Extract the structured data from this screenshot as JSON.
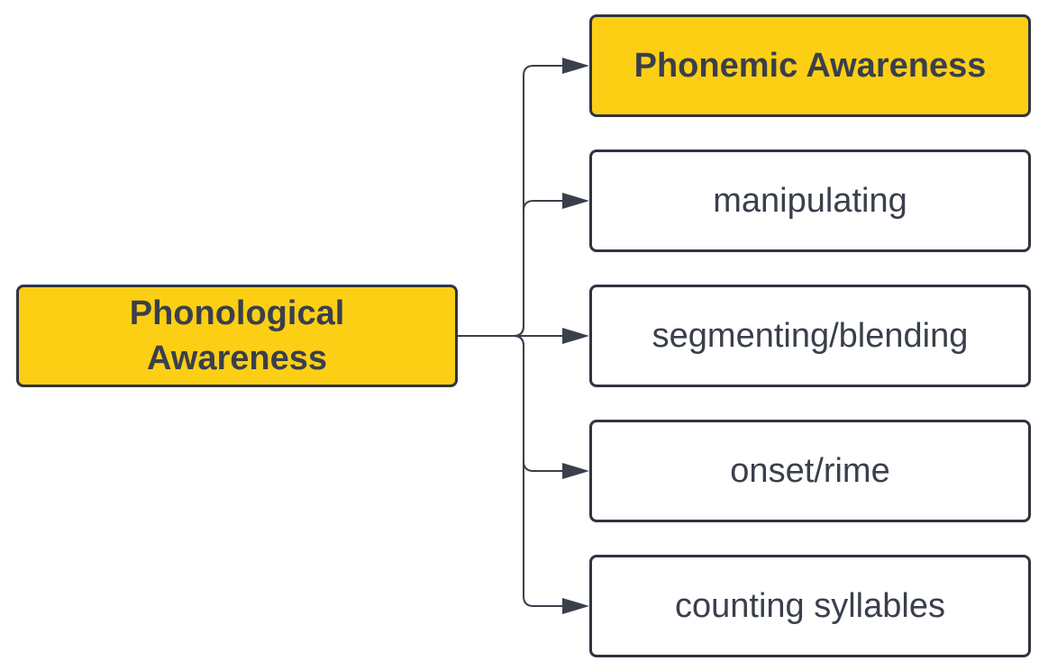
{
  "diagram": {
    "root": {
      "label": "Phonological Awareness"
    },
    "children": [
      {
        "label": "Phonemic Awareness"
      },
      {
        "label": "manipulating"
      },
      {
        "label": "segmenting/blending"
      },
      {
        "label": "onset/rime"
      },
      {
        "label": "counting syllables"
      }
    ],
    "colors": {
      "highlight": "#fccf15",
      "border": "#2f3440",
      "text": "#3a3f4b",
      "connector": "#3a3f4b"
    }
  }
}
